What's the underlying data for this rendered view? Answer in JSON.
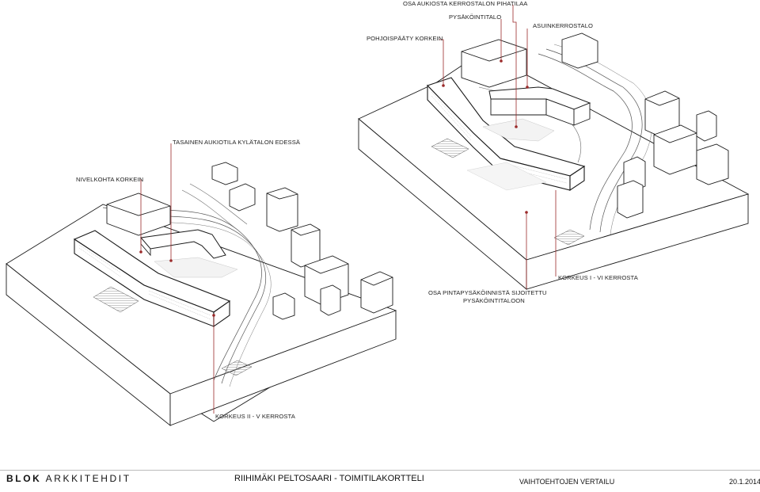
{
  "labels": {
    "osa_aukiosta": "OSA AUKIOSTA KERROSTALON PIHATILAA",
    "pysakointitalo": "PYSÄKÖINTITALO",
    "asuinkerrostalo": "ASUINKERROSTALO",
    "pohjoispaaty": "POHJOISPÄÄTY KORKEIN",
    "tasainen_aukiotila": "TASAINEN AUKIOTILA KYLÄTALON EDESSÄ",
    "nivelkohta": "NIVELKOHTA KORKEIN",
    "korkeus_i_vi": "KORKEUS I - VI KERROSTA",
    "osa_pintapysakoinnista_1": "OSA PINTAPYSÄKÖINNISTÄ SIJOITETTU",
    "osa_pintapysakoinnista_2": "PYSÄKÖINTITALOON",
    "korkeus_ii_v": "KORKEUS II - V KERROSTA"
  },
  "footer": {
    "brand_bold": "BLOK",
    "brand_rest": " ARKKITEHDIT",
    "project": "RIIHIMÄKI PELTOSAARI - TOIMITILAKORTTELI",
    "sheet": "VAIHTOEHTOJEN VERTAILU",
    "date": "20.1.2014"
  },
  "colors": {
    "leader": "#9b2a2a",
    "line": "#1a1a1a",
    "light": "#888888"
  }
}
